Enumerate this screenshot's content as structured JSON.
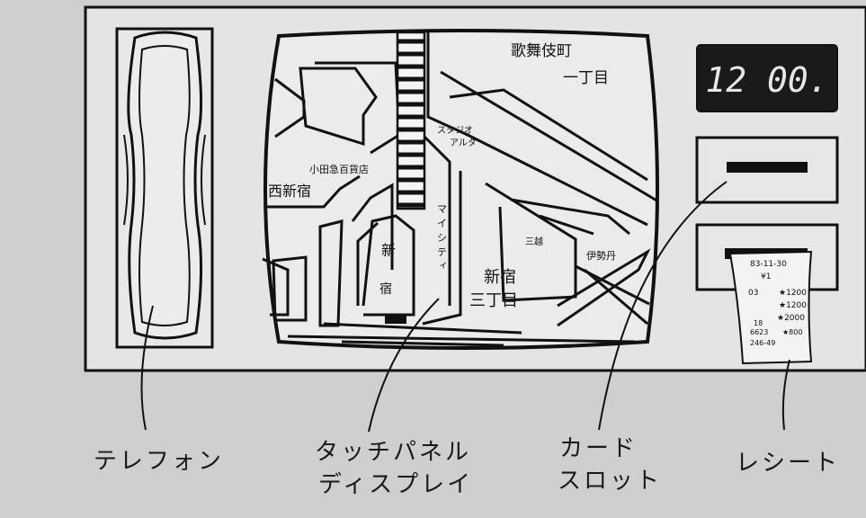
{
  "clock": {
    "time": "12 00."
  },
  "map": {
    "kabukicho": "歌舞伎町",
    "itchome": "一丁目",
    "studio_alta": [
      "スタジオ",
      "アルタ"
    ],
    "odakyu": "小田急百貨店",
    "nishi_shinjuku": "西新宿",
    "my_city": [
      "マ",
      "イ",
      "シ",
      "テ",
      "ィ"
    ],
    "mitsukoshi": "三越",
    "isetan": "伊勢丹",
    "shinjuku_station": [
      "新",
      "宿"
    ],
    "shinjuku_3": [
      "新宿",
      "三丁目"
    ]
  },
  "receipt": {
    "lines": [
      "83-11-30",
      "¥1",
      "03",
      "★1200",
      "★1200",
      "★2000",
      "18",
      "6623",
      "★800",
      "246-49"
    ]
  },
  "labels": {
    "telephone": "テレフォン",
    "touch_panel_1": "タッチパネル",
    "touch_panel_2": "ディスプレイ",
    "card_slot_1": "カード",
    "card_slot_2": "スロット",
    "receipt": "レシート"
  }
}
